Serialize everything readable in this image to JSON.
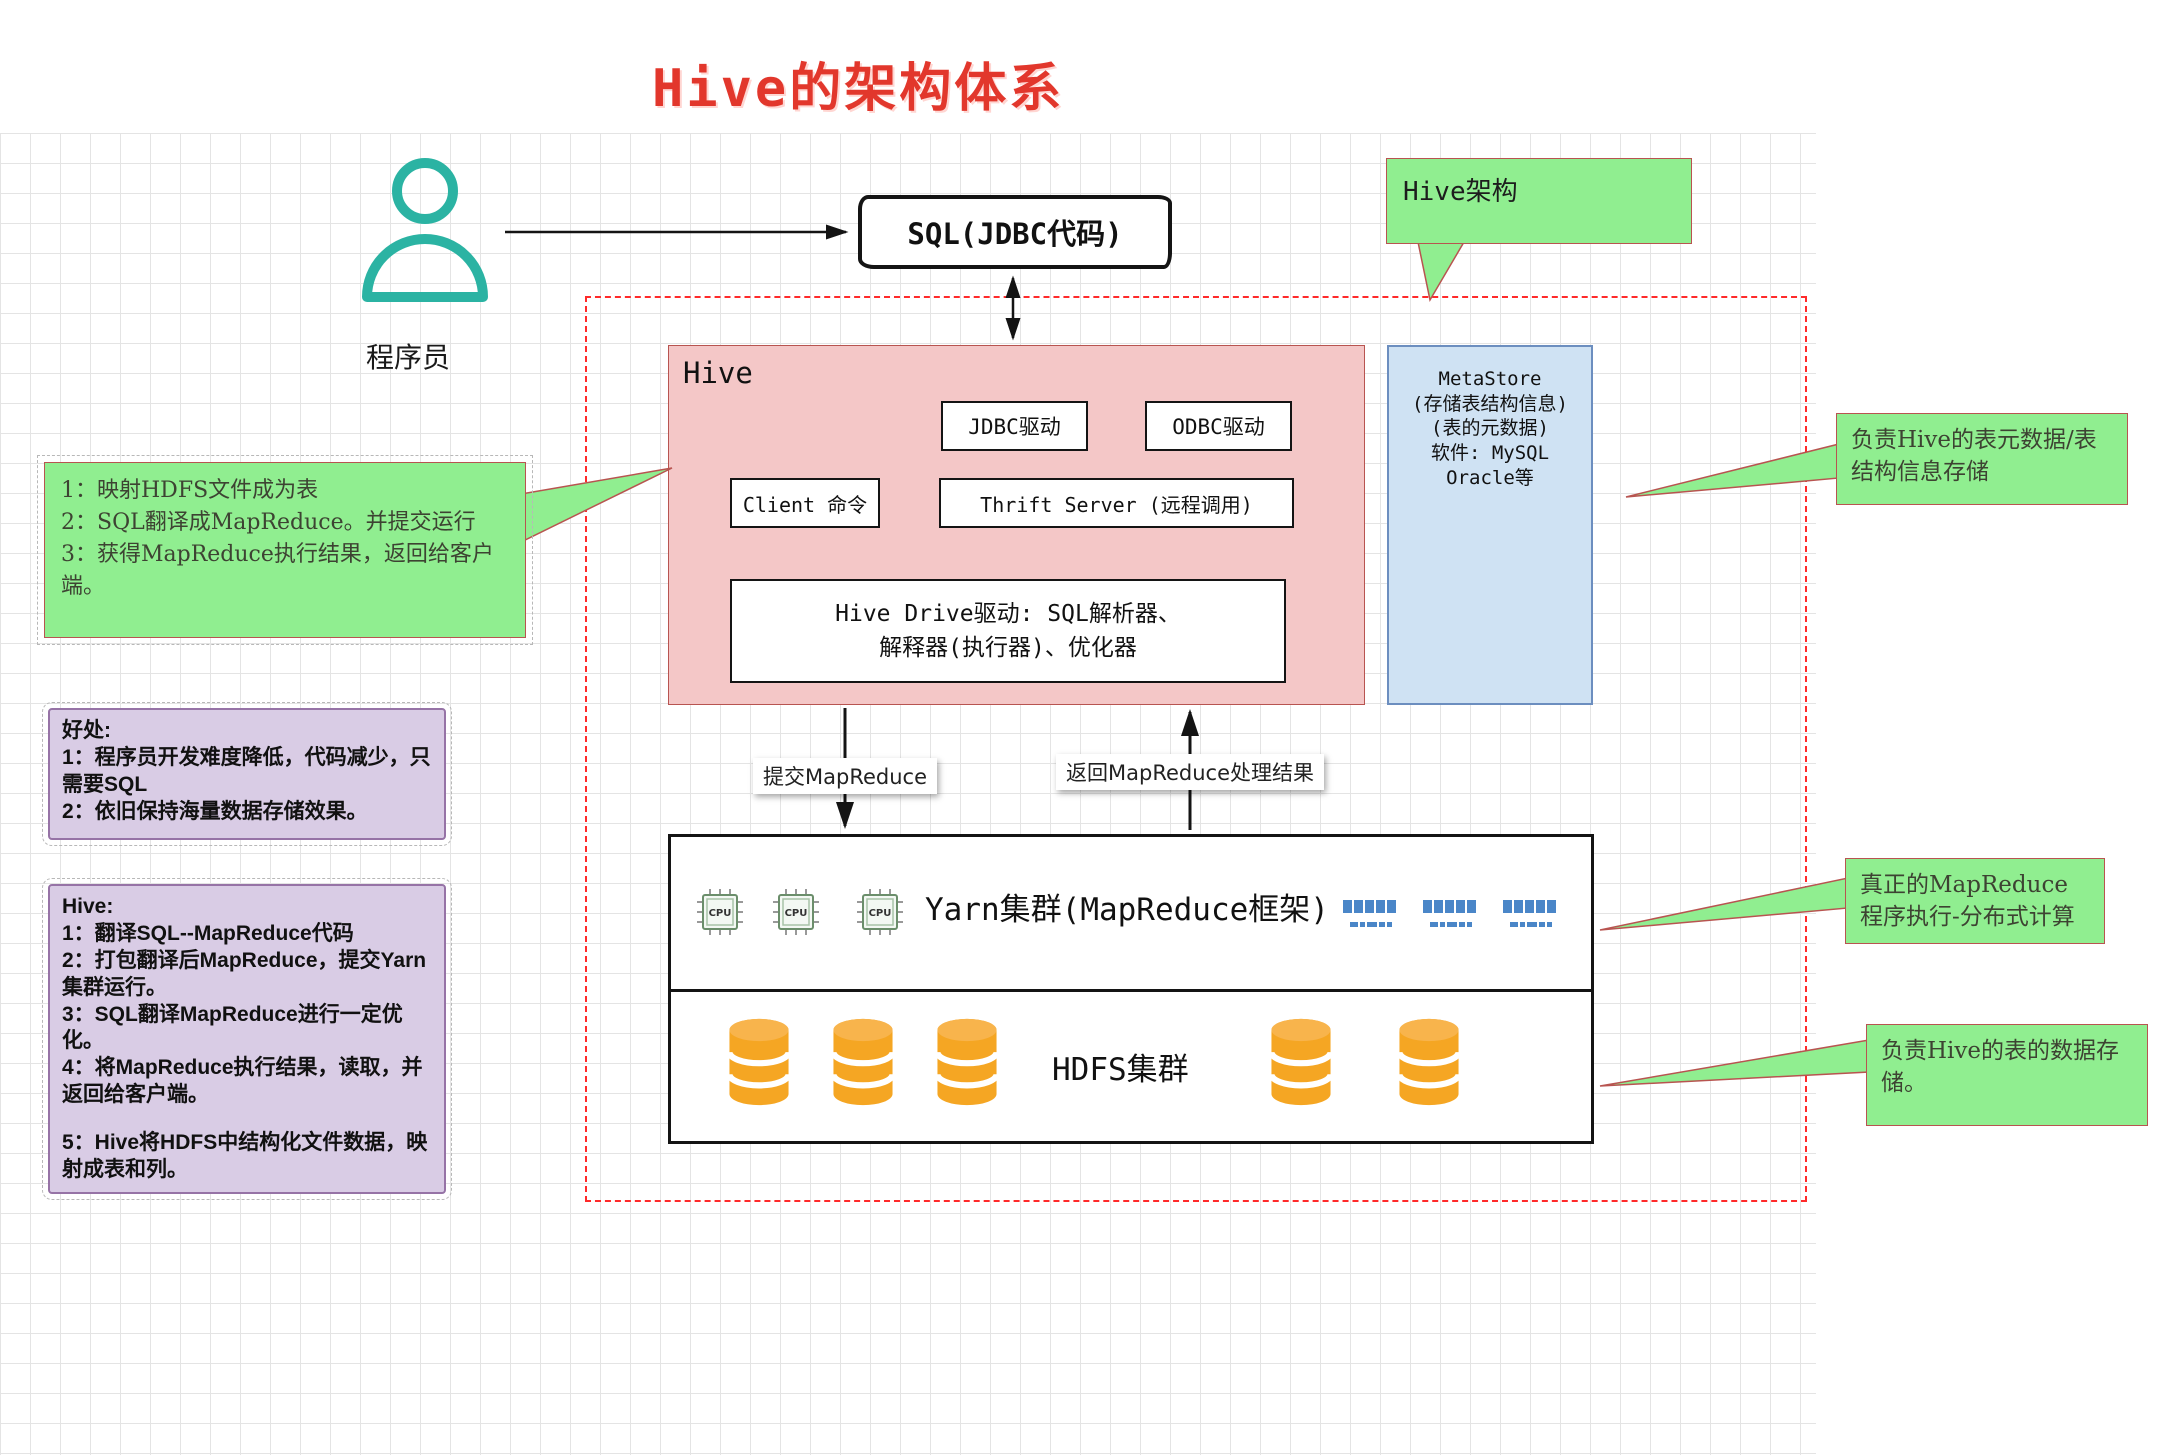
{
  "title": "Hive的架构体系",
  "actor": {
    "label": "程序员",
    "icon": "person-icon"
  },
  "sql_box": {
    "label": "SQL(JDBC代码)"
  },
  "hive_box": {
    "label": "Hive",
    "jdbc_label": "JDBC驱动",
    "odbc_label": "ODBC驱动",
    "client_label": "Client 命令",
    "thrift_label": "Thrift Server (远程调用)",
    "driver_lines": [
      "Hive Drive驱动: SQL解析器、",
      "解释器(执行器)、优化器"
    ]
  },
  "metastore_box": {
    "lines": [
      "MetaStore",
      "(存储表结构信息)",
      "(表的元数据)",
      "软件: MySQL",
      "Oracle等"
    ]
  },
  "yarn_box": {
    "label": "Yarn集群(MapReduce框架)",
    "cpu_label": "CPU",
    "cpu_count": 3,
    "rack_count": 3
  },
  "hdfs_box": {
    "label": "HDFS集群",
    "database_count": 5
  },
  "flow_labels": {
    "submit": "提交MapReduce",
    "return": "返回MapReduce处理结果"
  },
  "callouts": {
    "hive_arch": {
      "label": "Hive架构"
    },
    "hive_functions": {
      "lines": [
        "1：映射HDFS文件成为表",
        "2：SQL翻译成MapReduce。并提交运行",
        "3：获得MapReduce执行结果，返回给客户端。"
      ]
    },
    "benefits": {
      "lines": [
        "好处:",
        "1：程序员开发难度降低，代码减少，只需要SQL",
        "2：依旧保持海量数据存储效果。"
      ]
    },
    "hive_steps": {
      "lines": [
        "Hive:",
        "1：翻译SQL--MapReduce代码",
        "2：打包翻译后MapReduce，提交Yarn集群运行。",
        "3：SQL翻译MapReduce进行一定优化。",
        "4：将MapReduce执行结果，读取，并返回给客户端。",
        "",
        "5：Hive将HDFS中结构化文件数据，映射成表和列。"
      ]
    },
    "metastore_note": {
      "text": "负责Hive的表元数据/表结构信息存储"
    },
    "yarn_note": {
      "text": "真正的MapReduce程序执行-分布式计算"
    },
    "hdfs_note": {
      "text": "负责Hive的表的数据存储。"
    }
  },
  "colors": {
    "title_red": "#E2372C",
    "callout_green": "#90EE90",
    "callout_purple": "#D9CCE5",
    "purple_border": "#9673A6",
    "hive_pink": "#F4C7C7",
    "hive_border": "#B85450",
    "metastore_blue": "#CFE2F3",
    "metastore_border": "#6C8EBF",
    "dashed_frame_red": "#FF2A2A",
    "database_orange": "#F5A623",
    "rack_blue": "#4A86C8",
    "actor_teal": "#2BB3A3"
  }
}
